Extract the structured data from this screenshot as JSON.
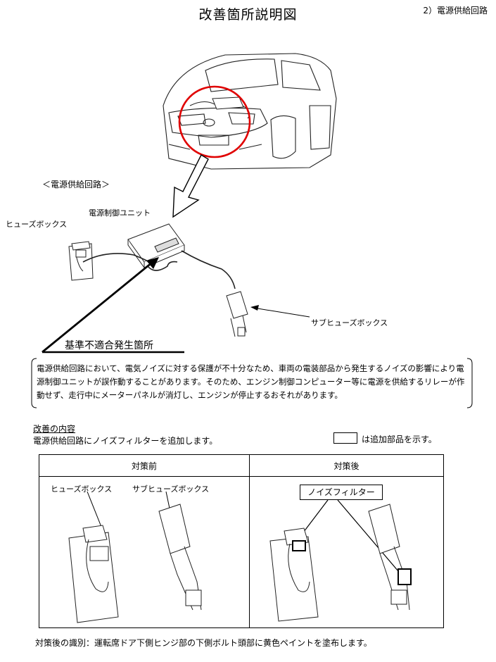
{
  "title": "改善箇所説明図",
  "section_label": "2）電源供給回路",
  "diagram": {
    "circuit_label": "＜電源供給回路＞",
    "control_unit_label": "電源制御ユニット",
    "fuse_box_label": "ヒューズボックス",
    "sub_fuse_box_label": "サブヒューズボックス",
    "nonconformity_label": "基準不適合発生箇所"
  },
  "description": "電源供給回路において、電気ノイズに対する保護が不十分なため、車両の電装部品から発生するノイズの影響により電源制御ユニットが誤作動することがあります。そのため、エンジン制御コンピューター等に電源を供給するリレーが作動せず、走行中にメーターパネルが消灯し、エンジンが停止するおそれがあります。",
  "improvement": {
    "heading": "改善の内容",
    "text": "電源供給回路にノイズフィルターを追加します。",
    "legend_text": "は追加部品を示す。"
  },
  "comparison": {
    "before_header": "対策前",
    "after_header": "対策後",
    "before_fuse_label": "ヒューズボックス",
    "before_sub_label": "サブヒューズボックス",
    "after_filter_label": "ノイズフィルター"
  },
  "footer": "対策後の識別：運転席ドア下側ヒンジ部の下側ボルト頭部に黄色ペイントを塗布します。"
}
